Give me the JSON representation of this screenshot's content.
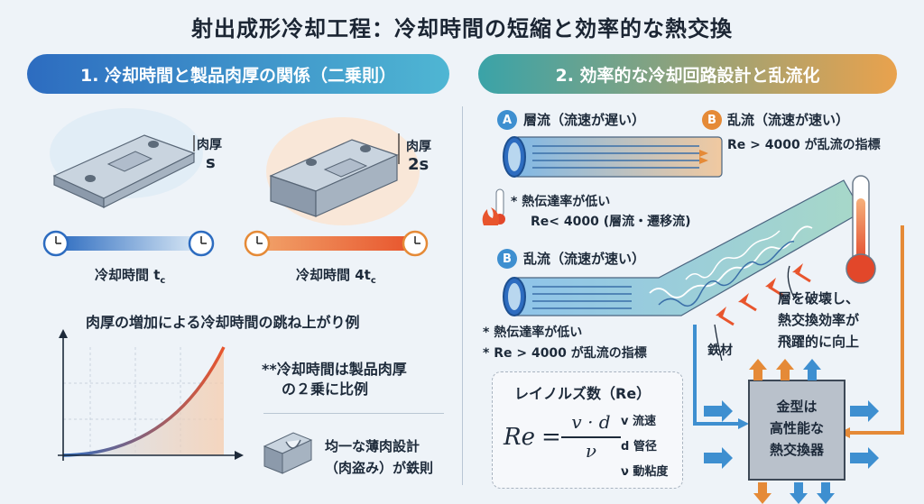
{
  "title": "射出成形冷却工程：冷却時間の短縮と効率的な熱交換",
  "left": {
    "banner": "1. 冷却時間と製品肉厚の関係（二乗則）",
    "thin": {
      "label": "肉厚",
      "value": "s",
      "time": "冷却時間 t",
      "time_sub": "c"
    },
    "thick": {
      "label": "肉厚",
      "value": "2s",
      "time": "冷却時間 4t",
      "time_sub": "c"
    },
    "chart_title": "肉厚の増加による冷却時間の跳ね上がり例",
    "note_line1": "**冷却時間は製品肉厚",
    "note_line2": "の２乗に比例",
    "tip_line1": "均一な薄肉設計",
    "tip_line2": "（肉盗み）が鉄則"
  },
  "right": {
    "banner": "2. 効率的な冷却回路設計と乱流化",
    "a_badge": "A",
    "a_title": "層流（流速が遅い）",
    "a_note1": "* 熱伝達率が低い",
    "a_note2": "Re< 4000 (層流・遷移流)",
    "b_badge": "B",
    "b_title_top": "乱流（流速が速い）",
    "b_note_top": "Re > 4000 が乱流の指標",
    "b_title": "乱流（流速が速い）",
    "b_note1": "* 熱伝達率が低い",
    "b_note2": "* Re > 4000 が乱流の指標",
    "steel": "鉄材",
    "effect1": "層を破壊し、",
    "effect2": "熱交換効率が",
    "effect3": "飛躍的に向上",
    "reynolds_title": "レイノルズ数（Re）",
    "formula_lhs": "Re",
    "formula_num": "v · d",
    "formula_den": "ν",
    "var1": "v 流速",
    "var2": "d 管径",
    "var3": "ν 動粘度",
    "mold1": "金型は",
    "mold2": "高性能な",
    "mold3": "熱交換器"
  },
  "colors": {
    "blue": "#2d6cc0",
    "orange": "#e58a37",
    "teal": "#3aa3a8"
  }
}
